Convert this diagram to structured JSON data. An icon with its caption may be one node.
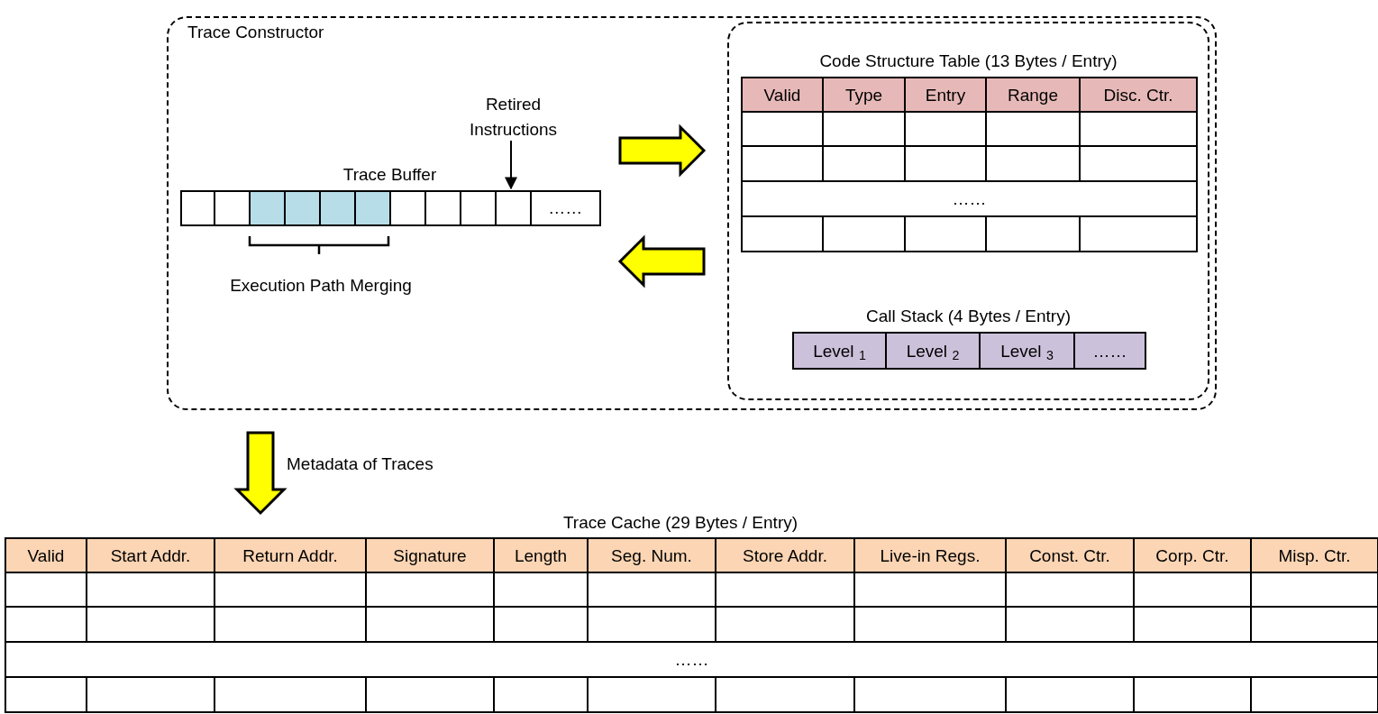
{
  "diagram": {
    "nodes": [
      {
        "text": [
          "Trace Constructor"
        ]
      },
      {
        "text": [
          "Trace Buffer"
        ],
        "in": 0
      },
      {
        "text": [
          "Retired Instructions"
        ],
        "in": 0
      },
      {
        "text": [],
        "shape": "box",
        "in": 0
      },
      {
        "text": [
          "Code Structure Table (13 Bytes / Entry)"
        ],
        "in": 3
      },
      {
        "text": [
          "Call Stack (4 Bytes / Entry)"
        ],
        "in": 3
      },
      {
        "text": [
          "Trace Cache (29 Bytes / Entry)"
        ]
      }
    ],
    "edges": [
      {
        "from": 2,
        "to": 1,
        "arrow": "to"
      },
      {
        "from": 1,
        "to": 3,
        "arrow": "to",
        "style": "thick",
        "color": "#ffff00"
      },
      {
        "from": 3,
        "to": 1,
        "arrow": "to",
        "style": "thick",
        "color": "#ffff00"
      },
      {
        "from": 0,
        "to": 6,
        "arrow": "to",
        "style": "thick",
        "color": "#ffff00",
        "label": "Metadata of Traces"
      }
    ],
    "labels": [
      "Valid",
      "Type",
      "Entry",
      "Range",
      "Disc. Ctr.",
      "……",
      "……",
      "Execution Path Merging",
      "Level $_{1}$",
      "Level $_{2}$",
      "Level $_{3}$",
      "……",
      "Valid",
      "Start Addr.",
      "Return Addr.",
      "Signature",
      "Length",
      "Seg. Num.",
      "Store Addr.",
      "Live-in Regs.",
      "Const. Ctr.",
      "Corp. Ctr.",
      "Misp. Ctr.",
      "……"
    ]
  }
}
